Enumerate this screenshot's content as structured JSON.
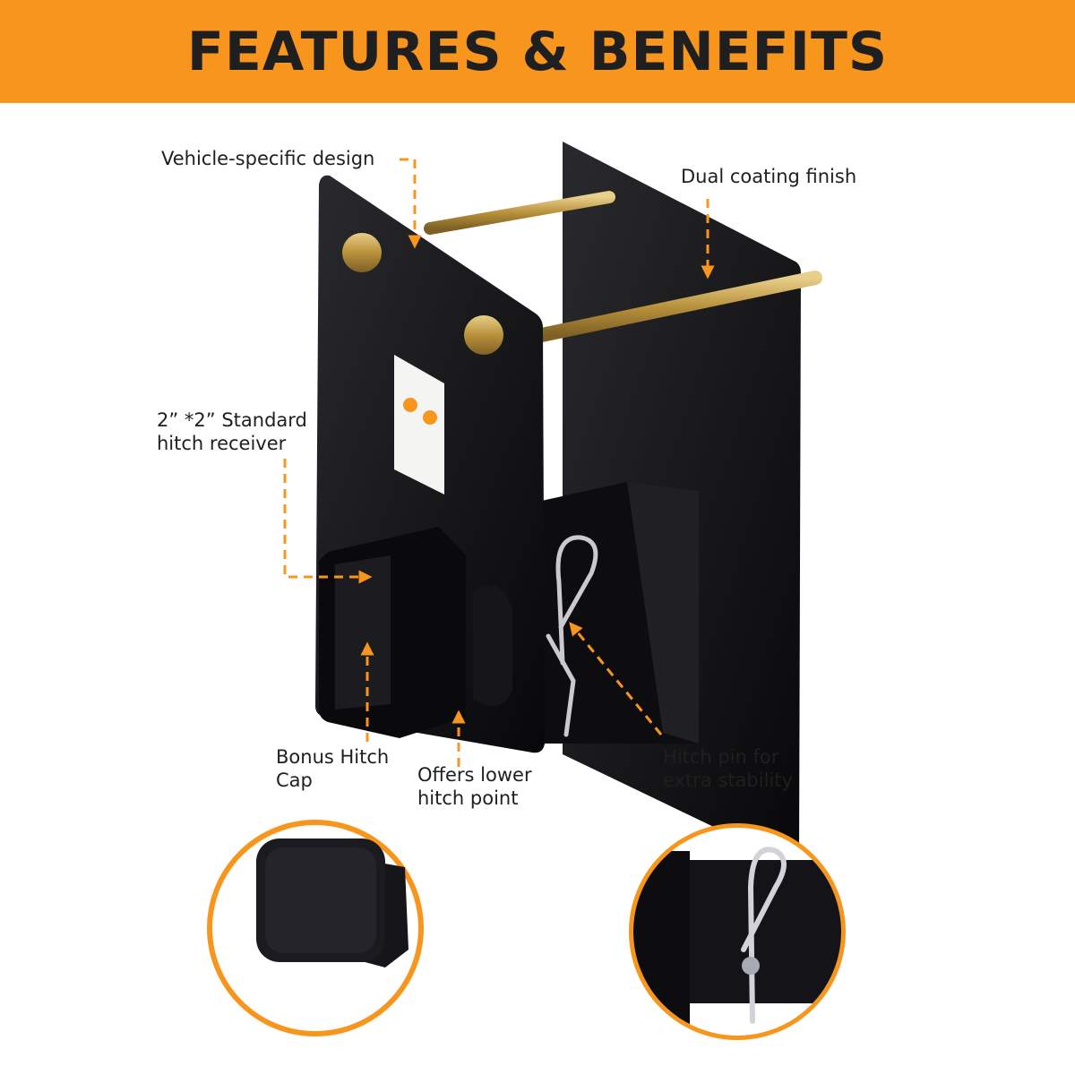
{
  "banner": {
    "title": "FEATURES & BENEFITS",
    "background": "#f7951d"
  },
  "callouts": {
    "vehicle_specific": "Vehicle-specific design",
    "dual_coating": "Dual coating finish",
    "receiver_line1": "2”  *2”  Standard",
    "receiver_line2": "hitch receiver",
    "bonus_cap_line1": "Bonus Hitch",
    "bonus_cap_line2": "Cap",
    "lower_point_line1": "Offers lower",
    "lower_point_line2": "hitch point",
    "hitch_pin_line1": "Hitch pin for",
    "hitch_pin_line2": "extra stability"
  },
  "colors": {
    "accent": "#f7951d",
    "steel": "#101012",
    "bolt": "#c9a24a"
  },
  "icons": [
    "dashed-arrow",
    "hitch-cap",
    "hitch-pin"
  ]
}
